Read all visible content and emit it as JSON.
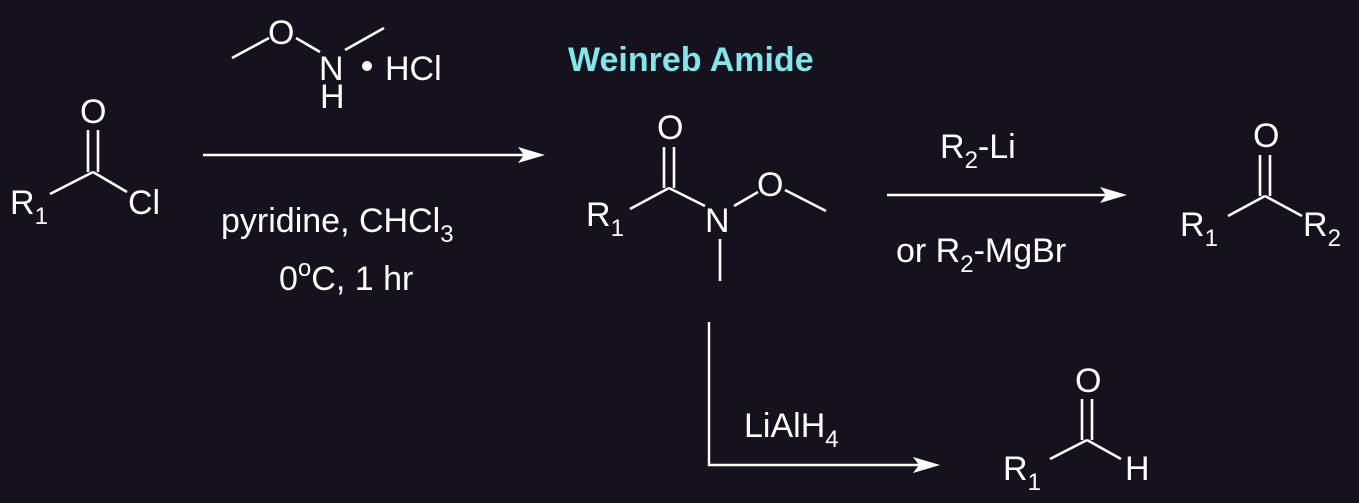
{
  "colors": {
    "background": "#15121d",
    "foreground": "#ffffff",
    "title": "#7ee8ec"
  },
  "title": "Weinreb Amide",
  "reagent_amine": {
    "n": "N",
    "o": "O",
    "h": "H",
    "salt": "HCl"
  },
  "step1_conditions": {
    "line1": "pyridine, CHCl",
    "line1_sub": "3",
    "line2_main": "0",
    "line2_sup": "o",
    "line2_rest": "C, 1 hr"
  },
  "acid_chloride": {
    "r": "R",
    "r_sub": "1",
    "o": "O",
    "cl": "Cl"
  },
  "weinreb": {
    "r": "R",
    "r_sub": "1",
    "o_carbonyl": "O",
    "n": "N",
    "o_ether": "O"
  },
  "ketone_step": {
    "line1": "R",
    "line1_sub": "2",
    "line1_rest": "-Li",
    "line2_pre": "or R",
    "line2_sub": "2",
    "line2_rest": "-MgBr"
  },
  "ketone": {
    "r1": "R",
    "r1_sub": "1",
    "o": "O",
    "r2": "R",
    "r2_sub": "2"
  },
  "aldehyde_step": {
    "reagent": "LiAlH",
    "reagent_sub": "4"
  },
  "aldehyde": {
    "r": "R",
    "r_sub": "1",
    "o": "O",
    "h": "H"
  }
}
